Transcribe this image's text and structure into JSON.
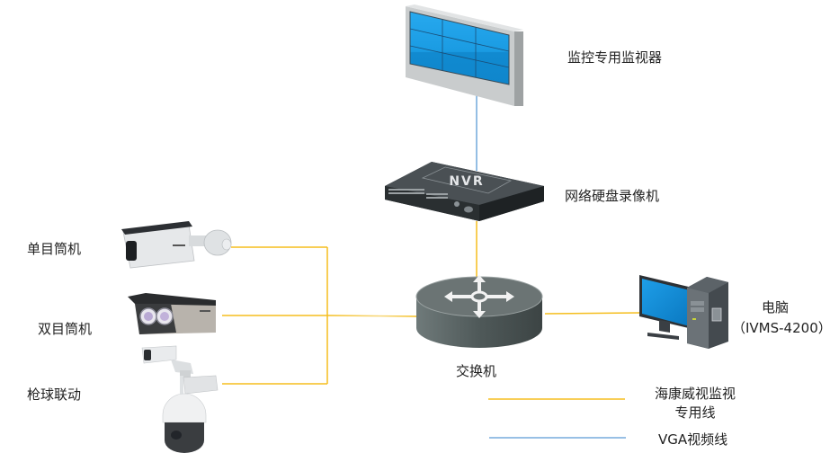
{
  "diagram": {
    "nodes": {
      "monitor": {
        "label": "监控专用监视器"
      },
      "nvr": {
        "label": "网络硬盘录像机",
        "badge": "NVR"
      },
      "switch": {
        "label": "交换机"
      },
      "pc": {
        "label": "电脑",
        "sublabel": "（IVMS-4200）"
      },
      "camera_single": {
        "label": "单目筒机"
      },
      "camera_dual": {
        "label": "双目筒机"
      },
      "camera_linkage": {
        "label": "枪球联动"
      }
    },
    "legend": [
      {
        "label_line1": "海康威视监视",
        "label_line2": "专用线",
        "color": "#F5BE1E"
      },
      {
        "label_line1": "VGA视频线",
        "label_line2": "",
        "color": "#5B9BD5"
      }
    ],
    "colors": {
      "dedicated_line": "#F5BE1E",
      "vga_line": "#5B9BD5"
    }
  }
}
